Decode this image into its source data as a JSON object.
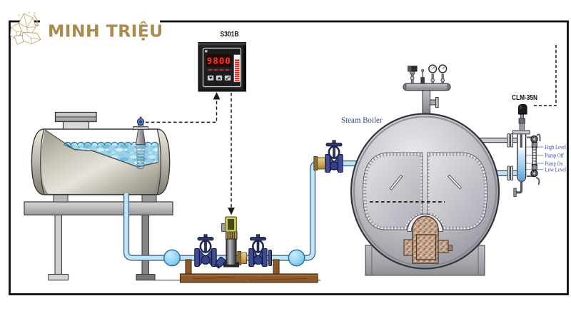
{
  "logo": {
    "brand": "MINH TRIỆU",
    "color": "#ab8a4c",
    "icon": "crystal-cluster"
  },
  "controller": {
    "label": "S301B",
    "display_value": "9800",
    "buttons": [
      "down-arrow",
      "up-arrow",
      "enter"
    ],
    "bargraph_color": "#e32119"
  },
  "boiler": {
    "label": "Steam Boiler",
    "label_color": "#32418f"
  },
  "level_controller": {
    "label": "CLM-35N",
    "levels": [
      "High Level",
      "Pump Off",
      "Pump On",
      "Low Level"
    ],
    "level_label_color": "#3d4a96"
  },
  "colors": {
    "frame": "#0d0d0d",
    "pipe_water": "#c2e4f4",
    "valve_navy": "#3f4c97",
    "skid_wood": "#8a5a2c",
    "brass": "#d9b66e",
    "actuator_yellow": "#c5c75f",
    "metal_light": "#e8e8ea",
    "metal_dark": "#8f8f96"
  }
}
